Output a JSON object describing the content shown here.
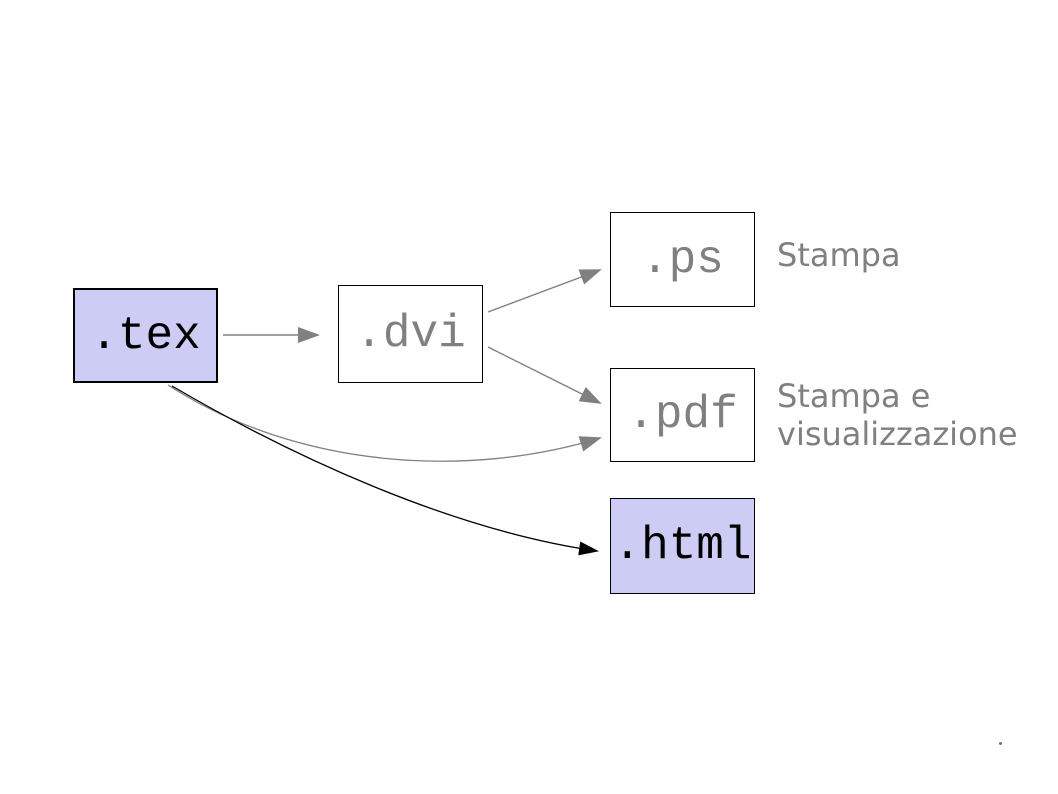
{
  "diagram": {
    "background": "#ffffff",
    "accent_fill": "#ccccf4",
    "gray": "#808080",
    "black": "#000000",
    "nodes": [
      {
        "id": "tex",
        "label": ".tex",
        "fill": "#ccccf4",
        "text_color": "#000000"
      },
      {
        "id": "dvi",
        "label": ".dvi",
        "fill": "#ffffff",
        "text_color": "#808080"
      },
      {
        "id": "ps",
        "label": ".ps",
        "fill": "#ffffff",
        "text_color": "#808080"
      },
      {
        "id": "pdf",
        "label": ".pdf",
        "fill": "#ffffff",
        "text_color": "#808080"
      },
      {
        "id": "html",
        "label": ".html",
        "fill": "#ccccf4",
        "text_color": "#000000"
      }
    ],
    "annotations": {
      "ps": {
        "text": "Stampa"
      },
      "pdf": {
        "lines": [
          "Stampa e",
          "visualizzazione"
        ]
      }
    },
    "edges": [
      {
        "from": "tex",
        "to": "dvi",
        "color": "#808080",
        "style": "straight"
      },
      {
        "from": "dvi",
        "to": "ps",
        "color": "#808080",
        "style": "straight"
      },
      {
        "from": "dvi",
        "to": "pdf",
        "color": "#808080",
        "style": "straight"
      },
      {
        "from": "tex",
        "to": "pdf",
        "color": "#808080",
        "style": "curved"
      },
      {
        "from": "tex",
        "to": "html",
        "color": "#000000",
        "style": "curved"
      }
    ]
  }
}
